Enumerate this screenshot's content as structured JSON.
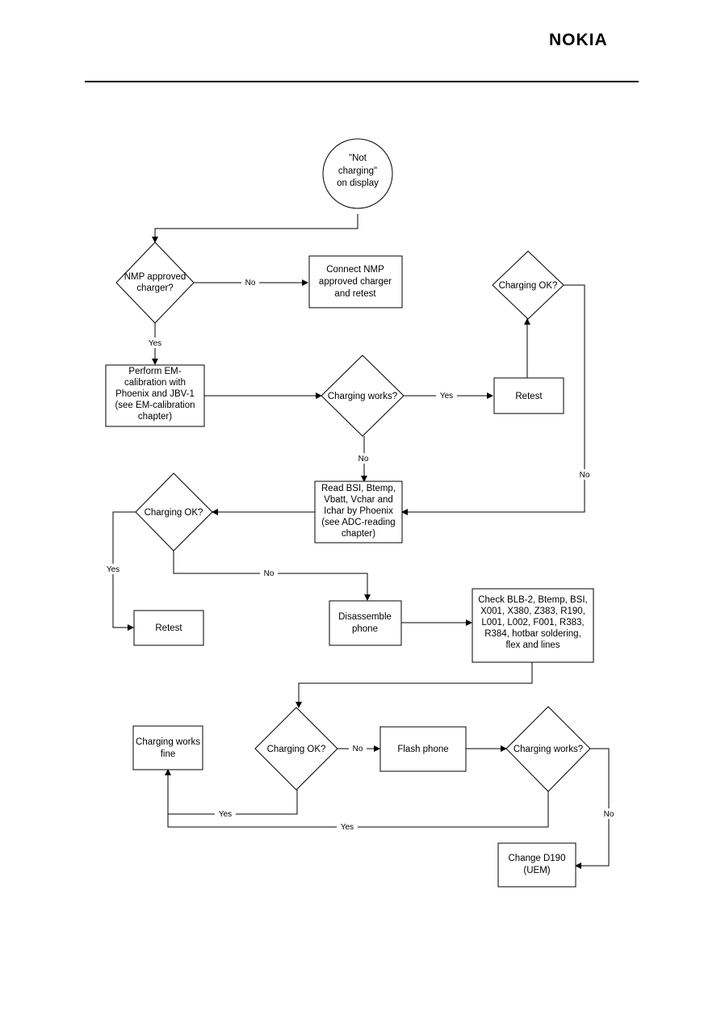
{
  "header": {
    "logo_text": "NOKIA"
  },
  "flowchart": {
    "start": [
      "\"Not",
      "charging\"",
      "on display"
    ],
    "nodes": {
      "nmp_q": [
        "NMP approved",
        "charger?"
      ],
      "connect": [
        "Connect NMP",
        "approved charger",
        "and retest"
      ],
      "charging_ok_top": [
        "Charging OK?"
      ],
      "perform_em": [
        "Perform EM-",
        "calibration with",
        "Phoenix and JBV-1",
        "(see EM-calibration",
        "chapter)"
      ],
      "charging_works_1": [
        "Charging works?"
      ],
      "retest_top": [
        "Retest"
      ],
      "read_bsi": [
        "Read BSI, Btemp,",
        "Vbatt, Vchar and",
        "Ichar by Phoenix",
        "(see ADC-reading",
        "chapter)"
      ],
      "charging_ok_mid": [
        "Charging OK?"
      ],
      "retest_left": [
        "Retest"
      ],
      "disassemble": [
        "Disassemble",
        "phone"
      ],
      "check": [
        "Check BLB-2, Btemp, BSI,",
        "X001, X380, Z383, R190,",
        "L001, L002, F001, R383,",
        "R384, hotbar soldering,",
        "flex and lines"
      ],
      "charging_fine": [
        "Charging works",
        "fine"
      ],
      "charging_ok_low": [
        "Charging OK?"
      ],
      "flash": [
        "Flash phone"
      ],
      "charging_works_2": [
        "Charging works?"
      ],
      "change_d190": [
        "Change D190",
        "(UEM)"
      ]
    },
    "edge_labels": {
      "no_connect": "No",
      "yes_perform": "Yes",
      "yes_retest": "Yes",
      "no_read": "No",
      "no_right": "No",
      "yes_left": "Yes",
      "no_disassemble": "No",
      "no_flash": "No",
      "yes_fine_1": "Yes",
      "yes_fine_2": "Yes",
      "no_change": "No"
    }
  }
}
